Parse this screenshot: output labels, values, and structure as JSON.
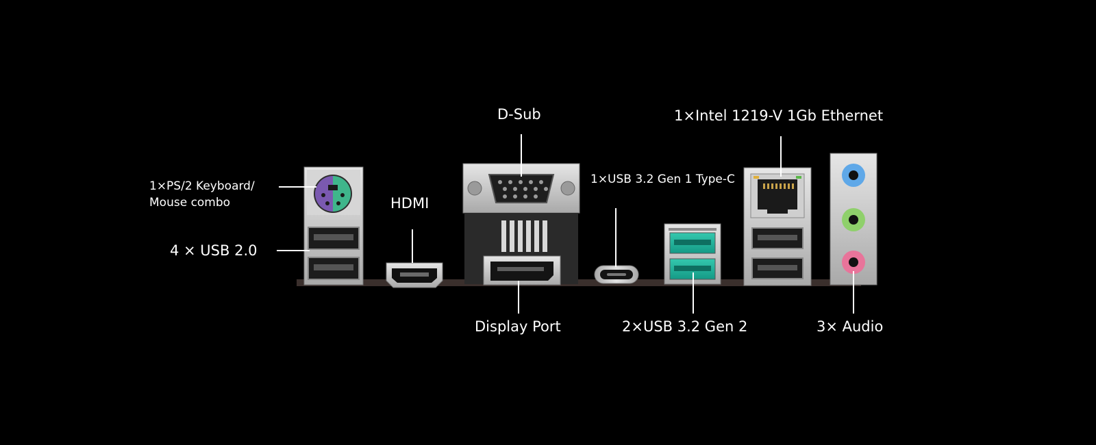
{
  "labels": {
    "ps2_line1": "1×PS/2 Keyboard/",
    "ps2_line2": "Mouse combo",
    "usb20": "4 × USB 2.0",
    "hdmi": "HDMI",
    "dsub": "D-Sub",
    "displayport": "Display Port",
    "usbc": "1×USB 3.2 Gen 1 Type-C",
    "usb32g2": "2×USB 3.2 Gen 2",
    "ethernet": "1×Intel 1219-V 1Gb Ethernet",
    "audio": "3× Audio"
  },
  "colors": {
    "background": "#000000",
    "label_text": "#ffffff",
    "io_shield_silver": "#c9c9c9",
    "ps2_purple": "#7a59b0",
    "ps2_green": "#3fb68b",
    "usb32_teal": "#1fb39c",
    "audio_blue": "#5fa8e8",
    "audio_green": "#8fd06b",
    "audio_pink": "#e8749a"
  }
}
